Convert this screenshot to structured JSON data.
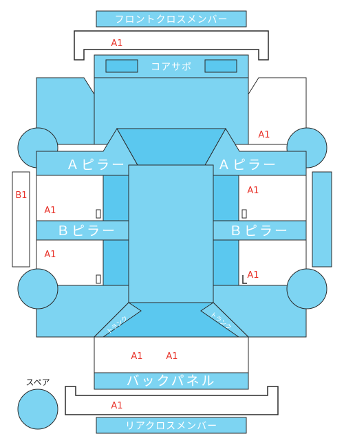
{
  "parts": {
    "front_cross_member": "フロントクロスメンバー",
    "core_support": "コアサポ",
    "a_pillar_left": "Ａピラー",
    "a_pillar_right": "Ａピラー",
    "b_pillar_left": "Ｂピラー",
    "b_pillar_right": "Ｂピラー",
    "back_panel": "バックパネル",
    "rear_cross_member": "リアクロスメンバー",
    "trunk_left": "トランク",
    "trunk_right": "トランク",
    "spare": "スペア"
  },
  "marks": {
    "front_cross_member": "A1",
    "right_front_fender": "A1",
    "side_member_left": "B1",
    "left_front_door": "A1",
    "left_rear_door": "A1",
    "right_front_door": "A1",
    "right_rear_door": "A1",
    "rear_floor_left": "A1",
    "rear_floor_right": "A1",
    "rear_cross_member": "A1"
  },
  "colors": {
    "panel": "#7dd4f2",
    "panel_dark": "#5bc8ef",
    "mark": "#e8332a",
    "outline": "#2a2a2a"
  }
}
